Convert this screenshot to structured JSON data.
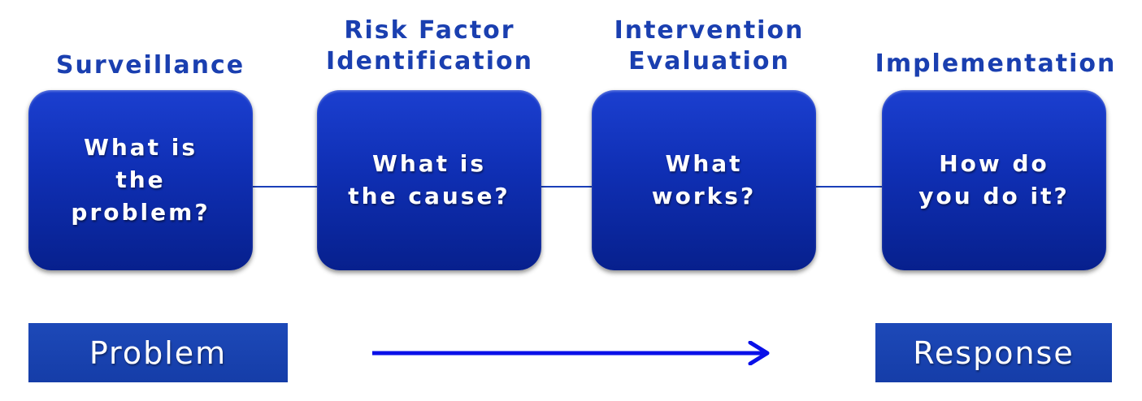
{
  "stages": [
    {
      "heading": "Surveillance",
      "question": "What is\nthe\nproblem?"
    },
    {
      "heading": "Risk Factor\nIdentification",
      "question": "What is\nthe cause?"
    },
    {
      "heading": "Intervention\nEvaluation",
      "question": "What\nworks?"
    },
    {
      "heading": "Implementation",
      "question": "How do\nyou do it?"
    }
  ],
  "start_label": "Problem",
  "end_label": "Response",
  "colors": {
    "heading_text": "#1a3fb0",
    "box_fill": "#1233c0",
    "label_fill": "#1a44b0",
    "arrow": "#0a10e8"
  }
}
